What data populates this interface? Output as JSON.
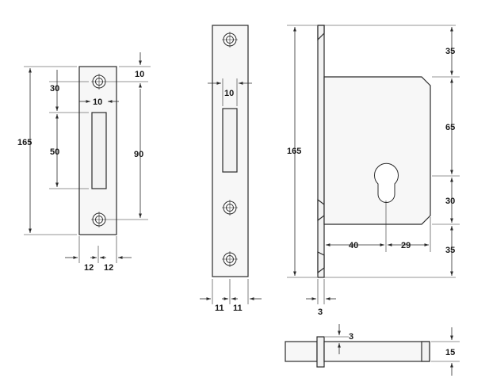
{
  "diagram": {
    "striking_plate": {
      "dims": {
        "height": "165",
        "hole_offset": "30",
        "slot_height": "50",
        "top_margin": "10",
        "slot_width": "10",
        "hole_pitch": "90",
        "half_width_left": "12",
        "half_width_right": "12"
      }
    },
    "forend": {
      "dims": {
        "slot_width": "10",
        "half_width_left": "11",
        "half_width_right": "11"
      }
    },
    "lock_body": {
      "dims": {
        "height": "165",
        "top_offset": "35",
        "case_upper": "65",
        "cylinder_to_follower": "30",
        "bottom_offset": "35",
        "backset": "40",
        "cylinder_offset": "29",
        "forend_thickness": "3"
      }
    },
    "bolt_view": {
      "dims": {
        "step": "3",
        "bolt_height": "15"
      }
    }
  }
}
